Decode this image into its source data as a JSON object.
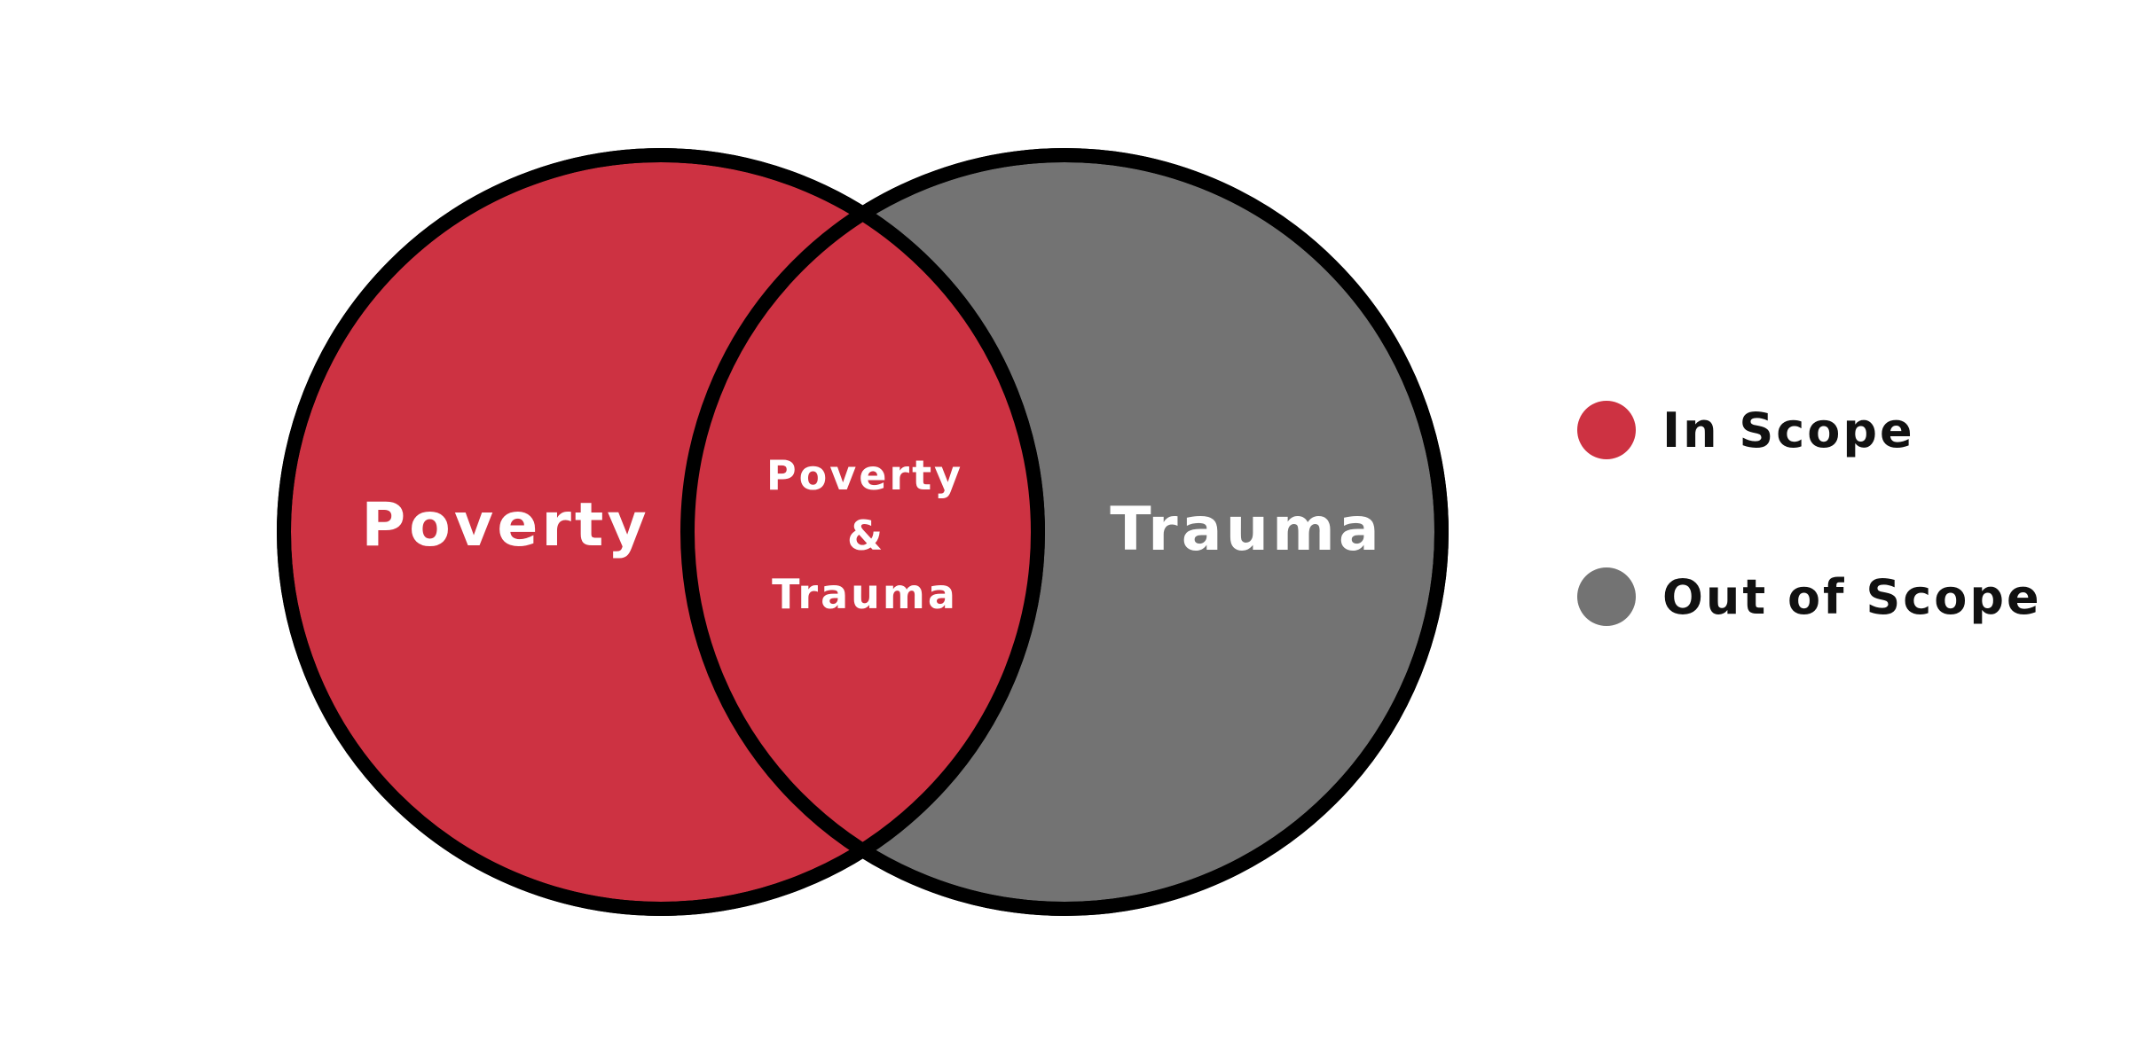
{
  "colors": {
    "in_scope": "#cd3242",
    "out_of_scope": "#737373",
    "outline": "#000000",
    "label_text": "#ffffff"
  },
  "venn": {
    "left_label": "Poverty",
    "right_label": "Trauma",
    "overlap_line1": "Poverty",
    "overlap_line2": "&",
    "overlap_line3": "Trauma"
  },
  "legend": {
    "in_scope_label": "In Scope",
    "out_of_scope_label": "Out of Scope"
  }
}
